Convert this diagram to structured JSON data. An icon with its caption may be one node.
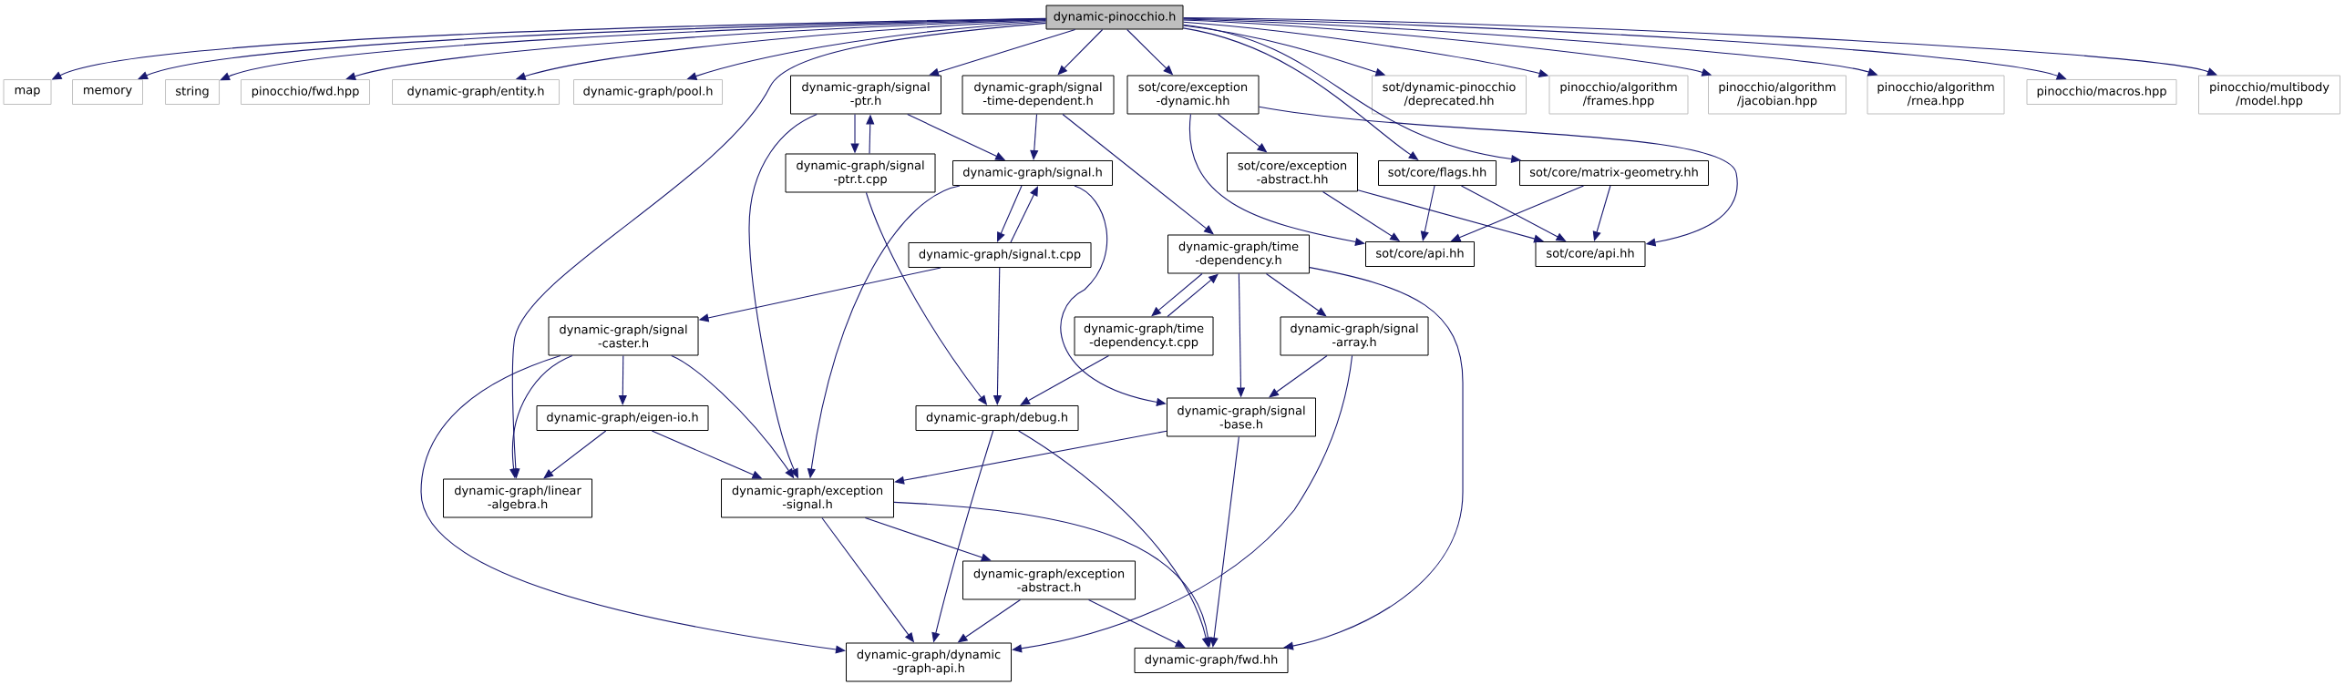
{
  "diagram": {
    "nodes": [
      {
        "text": [
          "dynamic-pinocchio.h"
        ]
      },
      {
        "text": [
          "map"
        ]
      },
      {
        "text": [
          "memory"
        ]
      },
      {
        "text": [
          "string"
        ]
      },
      {
        "text": [
          "pinocchio/fwd.hpp"
        ]
      },
      {
        "text": [
          "dynamic-graph/entity.h"
        ]
      },
      {
        "text": [
          "dynamic-graph/pool.h"
        ]
      },
      {
        "text": [
          "dynamic-graph/signal -ptr.h"
        ]
      },
      {
        "text": [
          "dynamic-graph/signal -time-dependent.h"
        ]
      },
      {
        "text": [
          "sot/core/exception -dynamic.hh"
        ]
      },
      {
        "text": [
          "sot/dynamic-pinocchio /deprecated.hh"
        ]
      },
      {
        "text": [
          "pinocchio/algorithm /frames.hpp"
        ]
      },
      {
        "text": [
          "pinocchio/algorithm /jacobian.hpp"
        ]
      },
      {
        "text": [
          "pinocchio/algorithm /rnea.hpp"
        ]
      },
      {
        "text": [
          "pinocchio/macros.hpp"
        ]
      },
      {
        "text": [
          "pinocchio/multibody /model.hpp"
        ]
      },
      {
        "text": [
          "dynamic-graph/signal -ptr.t.cpp"
        ]
      },
      {
        "text": [
          "dynamic-graph/signal.h"
        ]
      },
      {
        "text": [
          "sot/core/exception -abstract.hh"
        ]
      },
      {
        "text": [
          "sot/core/flags.hh"
        ]
      },
      {
        "text": [
          "sot/core/matrix-geometry.hh"
        ]
      },
      {
        "text": [
          "dynamic-graph/signal.t.cpp"
        ]
      },
      {
        "text": [
          "dynamic-graph/time -dependency.h"
        ]
      },
      {
        "text": [
          "sot/core/api.hh"
        ]
      },
      {
        "text": [
          "sot/core/api.hh"
        ]
      },
      {
        "text": [
          "dynamic-graph/signal -caster.h"
        ]
      },
      {
        "text": [
          "dynamic-graph/time -dependency.t.cpp"
        ]
      },
      {
        "text": [
          "dynamic-graph/signal -array.h"
        ]
      },
      {
        "text": [
          "dynamic-graph/eigen-io.h"
        ]
      },
      {
        "text": [
          "dynamic-graph/debug.h"
        ]
      },
      {
        "text": [
          "dynamic-graph/signal -base.h"
        ]
      },
      {
        "text": [
          "dynamic-graph/linear -algebra.h"
        ]
      },
      {
        "text": [
          "dynamic-graph/exception -signal.h"
        ]
      },
      {
        "text": [
          "dynamic-graph/exception -abstract.h"
        ]
      },
      {
        "text": [
          "dynamic-graph/dynamic -graph-api.h"
        ]
      },
      {
        "text": [
          "dynamic-graph/fwd.hh"
        ]
      }
    ],
    "edges": [
      {
        "from": 0,
        "to": 1,
        "arrow": "to"
      },
      {
        "from": 0,
        "to": 2,
        "arrow": "to"
      },
      {
        "from": 0,
        "to": 3,
        "arrow": "to"
      },
      {
        "from": 0,
        "to": 4,
        "arrow": "to"
      },
      {
        "from": 0,
        "to": 5,
        "arrow": "to"
      },
      {
        "from": 0,
        "to": 6,
        "arrow": "to"
      },
      {
        "from": 0,
        "to": 31,
        "arrow": "to"
      },
      {
        "from": 0,
        "to": 7,
        "arrow": "to"
      },
      {
        "from": 0,
        "to": 8,
        "arrow": "to"
      },
      {
        "from": 0,
        "to": 9,
        "arrow": "to"
      },
      {
        "from": 0,
        "to": 10,
        "arrow": "to"
      },
      {
        "from": 0,
        "to": 11,
        "arrow": "to"
      },
      {
        "from": 0,
        "to": 12,
        "arrow": "to"
      },
      {
        "from": 0,
        "to": 13,
        "arrow": "to"
      },
      {
        "from": 0,
        "to": 14,
        "arrow": "to"
      },
      {
        "from": 0,
        "to": 15,
        "arrow": "to"
      },
      {
        "from": 0,
        "to": 19,
        "arrow": "to"
      },
      {
        "from": 0,
        "to": 20,
        "arrow": "to"
      },
      {
        "from": 7,
        "to": 16,
        "arrow": "to"
      },
      {
        "from": 16,
        "to": 7,
        "arrow": "to"
      },
      {
        "from": 7,
        "to": 17,
        "arrow": "to"
      },
      {
        "from": 7,
        "to": 32,
        "arrow": "to"
      },
      {
        "from": 8,
        "to": 17,
        "arrow": "to"
      },
      {
        "from": 8,
        "to": 22,
        "arrow": "to"
      },
      {
        "from": 9,
        "to": 18,
        "arrow": "to"
      },
      {
        "from": 9,
        "to": 23,
        "arrow": "to"
      },
      {
        "from": 9,
        "to": 24,
        "arrow": "to"
      },
      {
        "from": 16,
        "to": 29,
        "arrow": "to"
      },
      {
        "from": 17,
        "to": 21,
        "arrow": "to"
      },
      {
        "from": 21,
        "to": 17,
        "arrow": "to"
      },
      {
        "from": 17,
        "to": 32,
        "arrow": "to"
      },
      {
        "from": 17,
        "to": 30,
        "arrow": "to"
      },
      {
        "from": 18,
        "to": 23,
        "arrow": "to"
      },
      {
        "from": 18,
        "to": 24,
        "arrow": "to"
      },
      {
        "from": 19,
        "to": 23,
        "arrow": "to"
      },
      {
        "from": 19,
        "to": 24,
        "arrow": "to"
      },
      {
        "from": 20,
        "to": 23,
        "arrow": "to"
      },
      {
        "from": 20,
        "to": 24,
        "arrow": "to"
      },
      {
        "from": 21,
        "to": 25,
        "arrow": "to"
      },
      {
        "from": 21,
        "to": 29,
        "arrow": "to"
      },
      {
        "from": 22,
        "to": 26,
        "arrow": "to"
      },
      {
        "from": 26,
        "to": 22,
        "arrow": "to"
      },
      {
        "from": 22,
        "to": 30,
        "arrow": "to"
      },
      {
        "from": 22,
        "to": 27,
        "arrow": "to"
      },
      {
        "from": 22,
        "to": 35,
        "arrow": "to"
      },
      {
        "from": 25,
        "to": 31,
        "arrow": "to"
      },
      {
        "from": 25,
        "to": 34,
        "arrow": "to"
      },
      {
        "from": 25,
        "to": 28,
        "arrow": "to"
      },
      {
        "from": 25,
        "to": 32,
        "arrow": "to"
      },
      {
        "from": 26,
        "to": 29,
        "arrow": "to"
      },
      {
        "from": 27,
        "to": 30,
        "arrow": "to"
      },
      {
        "from": 27,
        "to": 34,
        "arrow": "to"
      },
      {
        "from": 28,
        "to": 31,
        "arrow": "to"
      },
      {
        "from": 28,
        "to": 32,
        "arrow": "to"
      },
      {
        "from": 29,
        "to": 34,
        "arrow": "to"
      },
      {
        "from": 29,
        "to": 35,
        "arrow": "to"
      },
      {
        "from": 30,
        "to": 32,
        "arrow": "to"
      },
      {
        "from": 30,
        "to": 35,
        "arrow": "to"
      },
      {
        "from": 32,
        "to": 33,
        "arrow": "to"
      },
      {
        "from": 32,
        "to": 34,
        "arrow": "to"
      },
      {
        "from": 32,
        "to": 35,
        "arrow": "to"
      },
      {
        "from": 33,
        "to": 34,
        "arrow": "to"
      },
      {
        "from": 33,
        "to": 35,
        "arrow": "to"
      }
    ]
  }
}
